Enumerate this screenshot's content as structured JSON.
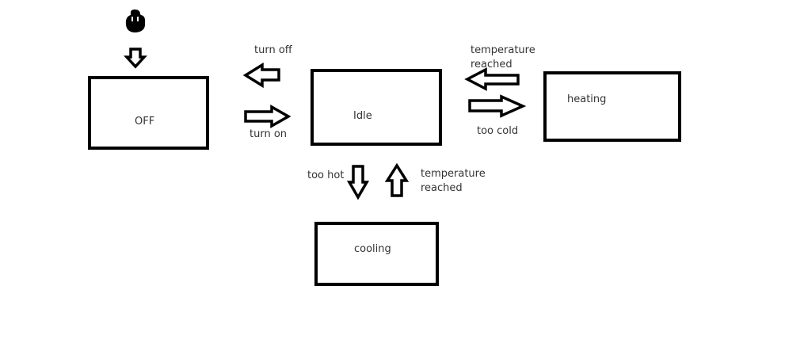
{
  "states": {
    "off": "OFF",
    "idle": "Idle",
    "heating": "heating",
    "cooling": "cooling"
  },
  "transitions": {
    "turn_off": "turn off",
    "turn_on": "turn on",
    "temperature_reached_heating": [
      "temperature",
      "reached"
    ],
    "too_cold": "too cold",
    "too_hot": "too hot",
    "temperature_reached_cooling": [
      "temperature",
      "reached"
    ]
  },
  "colors": {
    "stroke": "#000000",
    "label": "#333333",
    "background": "#ffffff"
  },
  "icons": {
    "initial_state": "initial-state-blob-icon",
    "arrows": "hollow-block-arrow-icon"
  }
}
